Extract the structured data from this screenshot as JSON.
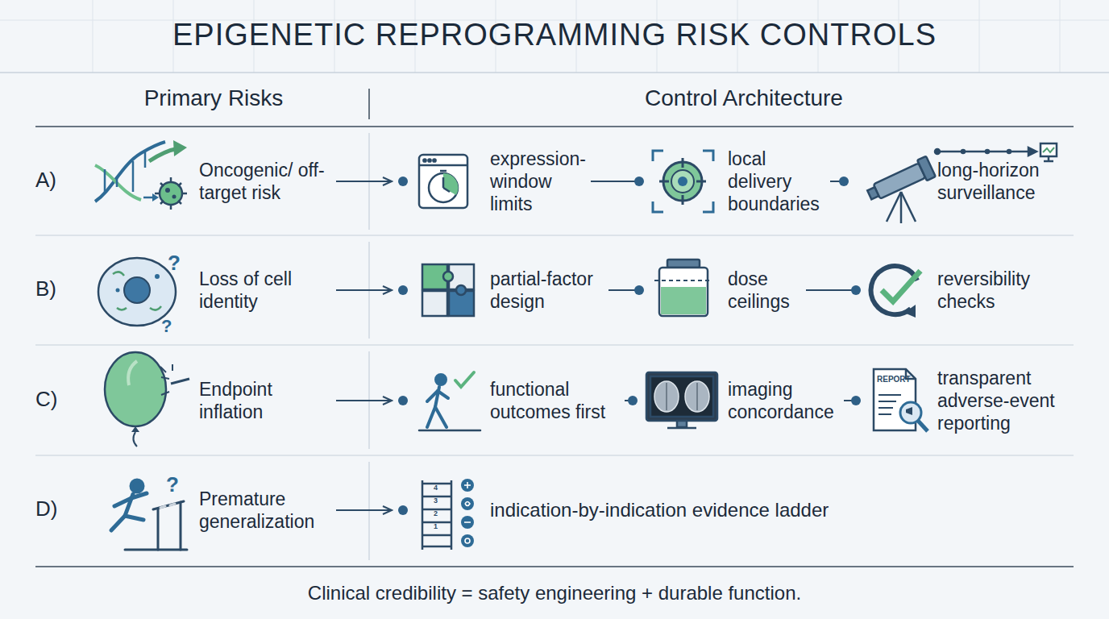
{
  "diagram": {
    "title": "EPIGENETIC REPROGRAMMING RISK CONTROLS",
    "caption": "Clinical credibility = safety engineering + durable function.",
    "nodes": [
      {
        "text": [
          "Oncogenic/ off-target risk"
        ]
      },
      {
        "text": [
          "expression-window limits"
        ]
      },
      {
        "text": [
          "local delivery boundaries"
        ]
      },
      {
        "text": [
          "long-horizon surveillance"
        ]
      },
      {
        "text": [
          "Loss of cell identity"
        ]
      },
      {
        "text": [
          "partial-factor design"
        ]
      },
      {
        "text": [
          "dose ceilings"
        ]
      },
      {
        "text": [
          "reversibility checks"
        ]
      },
      {
        "text": [
          "Endpoint inflation"
        ]
      },
      {
        "text": [
          "functional outcomes first"
        ]
      },
      {
        "text": [
          "imaging concordance"
        ]
      },
      {
        "text": [
          "transparent adverse-event reporting"
        ]
      },
      {
        "text": [
          "Premature generalization"
        ]
      },
      {
        "text": [
          "indication-by-indication evidence ladder"
        ]
      }
    ],
    "edges": [
      {
        "from": 0,
        "to": 1,
        "arrow": "to"
      },
      {
        "from": 1,
        "to": 2,
        "arrow": "none"
      },
      {
        "from": 2,
        "to": 3,
        "arrow": "none"
      },
      {
        "from": 4,
        "to": 5,
        "arrow": "to"
      },
      {
        "from": 5,
        "to": 6,
        "arrow": "none"
      },
      {
        "from": 6,
        "to": 7,
        "arrow": "none"
      },
      {
        "from": 8,
        "to": 9,
        "arrow": "to"
      },
      {
        "from": 9,
        "to": 10,
        "arrow": "none"
      },
      {
        "from": 10,
        "to": 11,
        "arrow": "none"
      },
      {
        "from": 12,
        "to": 13,
        "arrow": "to"
      }
    ],
    "labels": [
      "Primary Risks",
      "Control Architecture",
      "A)",
      "B)",
      "C)",
      "D)",
      "REPORT",
      "4",
      "3",
      "2",
      "1"
    ]
  }
}
